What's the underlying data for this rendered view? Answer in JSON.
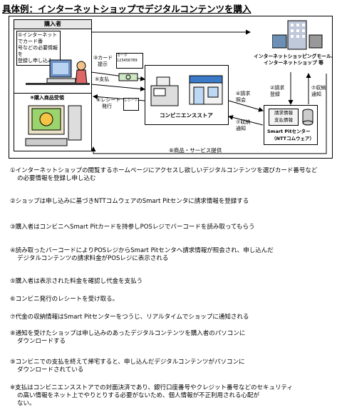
{
  "title": "具体例：インターネットショップでデジタルコンテンツを購入",
  "diagram": {
    "buyer": {
      "heading": "購入者",
      "step1_note": "①インターネットでカード番号などの必要情報を登録し申し込み",
      "step1_lines": [
        "①インターネットでカード番",
        "号などの必要情報を",
        "登録し申し込み"
      ],
      "step9_note": "⑨購入商品受領"
    },
    "shop": {
      "label_lines": [
        "インターネットショッピングモール、",
        "インターネットショップ 等"
      ]
    },
    "store": {
      "label": "コンビニエンスストア"
    },
    "center": {
      "box_lines": [
        "請求情報",
        "支払情報"
      ],
      "label_lines": [
        "Smart Pitセンター",
        "（NTTコムウェア）"
      ]
    },
    "card": {
      "line1": "カード",
      "line2": "123456789"
    },
    "receipt": {
      "label": "レシート"
    },
    "flows": {
      "f3": [
        "③カード",
        "提示"
      ],
      "f5": "⑤支払",
      "f6": [
        "⑥レシート",
        "発行"
      ],
      "f4": [
        "④請求",
        "照会"
      ],
      "f2": [
        "②請求",
        "登録"
      ],
      "f7a": [
        "⑦収納",
        "通知"
      ],
      "f7b": [
        "⑦収納",
        "通知"
      ],
      "f8": "⑧商品・サービス提供"
    }
  },
  "steps": [
    {
      "lines": [
        "①インターネットショップの閲覧するホームページにアクセスし欲しいデジタルコンテンツを選びカード番号など",
        "の必要情報を登録し申し込む"
      ]
    },
    {
      "lines": [
        "②ショップは申し込みに基づきNTTコムウェアのSmart Pitセンタに請求情報を登録する"
      ]
    },
    {
      "lines": [
        "③購入者はコンビニへSmart Pitカードを持参しPOSレジでバーコードを読み取ってもらう"
      ]
    },
    {
      "lines": [
        "④読み取ったバーコードによりPOSレジからSmart Pitセンタへ請求情報が照会され、申し込んだ",
        "デジタルコンテンツの請求料金がPOSレジに表示される"
      ]
    },
    {
      "lines": [
        "⑤購入者は表示された料金を確認し代金を支払う"
      ]
    },
    {
      "lines": [
        "⑥コンビニ発行のレシートを受け取る。"
      ]
    },
    {
      "lines": [
        "⑦代金の収納情報はSmart Pitセンターをつうじ、リアルタイムでショップに通知される"
      ]
    },
    {
      "lines": [
        "⑧通知を受けたショップは申し込みのあったデジタルコンテンツを購入者のパソコンに",
        "ダウンロードする"
      ]
    },
    {
      "lines": [
        "⑨コンビニでの支払を終えて帰宅すると、申し込んだデジタルコンテンツがパソコンに",
        "ダウンロードされている"
      ]
    },
    {
      "lines": [
        "※支払はコンビニエンスストアでの対面決済であり、銀行口座番号やクレジット番号などのセキュリティ",
        "の高い情報をネット上でやりとりする必要がないため、個人情報が不正利用される心配が",
        "ない。"
      ]
    }
  ]
}
